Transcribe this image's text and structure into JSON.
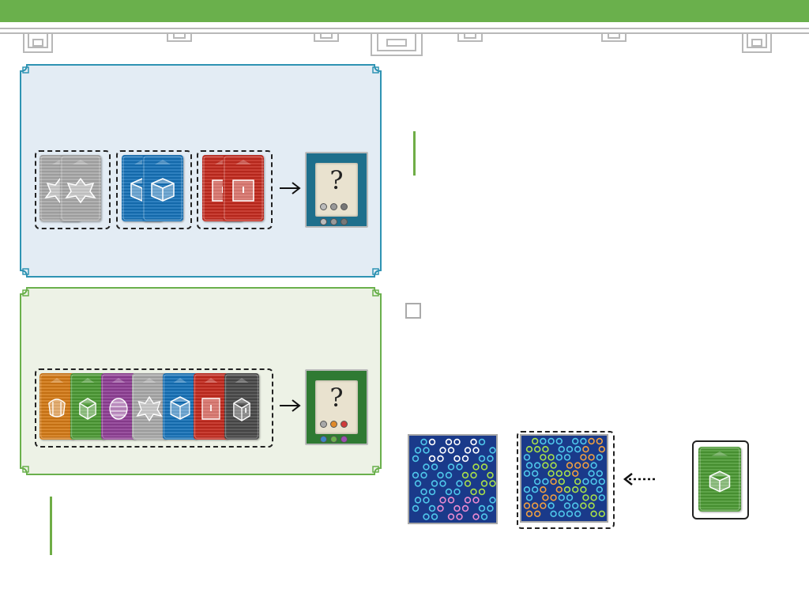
{
  "page": {
    "header_color": "#6ab04c",
    "fret_color": "#b8b8b8"
  },
  "panels": [
    {
      "id": "blue",
      "bg": "#e3ecf4",
      "border": "#2e93b3",
      "groups": [
        {
          "cards": [
            {
              "color": "white",
              "icon": "star-lantern-icon"
            },
            {
              "color": "white",
              "icon": "star-lantern-icon"
            }
          ]
        },
        {
          "cards": [
            {
              "color": "blue",
              "icon": "hexagon-lantern-icon"
            },
            {
              "color": "blue",
              "icon": "hexagon-lantern-icon"
            }
          ]
        },
        {
          "cards": [
            {
              "color": "red",
              "icon": "box-lantern-icon"
            },
            {
              "color": "red",
              "icon": "box-lantern-icon"
            }
          ]
        }
      ],
      "result_tile": {
        "symbol": "?",
        "frame": "#1e6f8c",
        "coins": [
          "#bbb",
          "#999",
          "#777",
          "#bbb",
          "#999",
          "#777"
        ]
      }
    },
    {
      "id": "green",
      "bg": "#edf2e6",
      "border": "#6ab04c",
      "groups": [
        {
          "cards": [
            {
              "color": "orange",
              "icon": "round-lantern-icon"
            },
            {
              "color": "green",
              "icon": "square-lantern-icon"
            },
            {
              "color": "purple",
              "icon": "ball-lantern-icon"
            },
            {
              "color": "white",
              "icon": "star-lantern-icon"
            },
            {
              "color": "blue",
              "icon": "hexagon-lantern-icon"
            },
            {
              "color": "red",
              "icon": "box-lantern-icon"
            },
            {
              "color": "black",
              "icon": "cube-lantern-icon"
            }
          ]
        }
      ],
      "result_tile": {
        "symbol": "?",
        "frame": "#2f7a33",
        "coins": [
          "#a8a8a8",
          "#e08a2a",
          "#cf3b3b",
          "#3d86c6",
          "#6ab04c",
          "#9b4fb0",
          "#555"
        ]
      }
    }
  ],
  "colors": {
    "white": "#a9a9a9",
    "blue": "#1672b8",
    "red": "#c32a1e",
    "orange": "#d47a16",
    "green": "#4c9a34",
    "purple": "#8f3f95",
    "black": "#4a4a4a"
  },
  "boards": [
    {
      "id": "board-left",
      "flower_colors": [
        "#ffffff",
        "#a8e04a",
        "#4fc7ea",
        "#e98ad0"
      ]
    },
    {
      "id": "board-right",
      "flower_colors": [
        "#a8e04a",
        "#f0a040",
        "#4fc7ea"
      ]
    }
  ],
  "green_card": {
    "color": "green",
    "icon": "square-lantern-icon"
  }
}
